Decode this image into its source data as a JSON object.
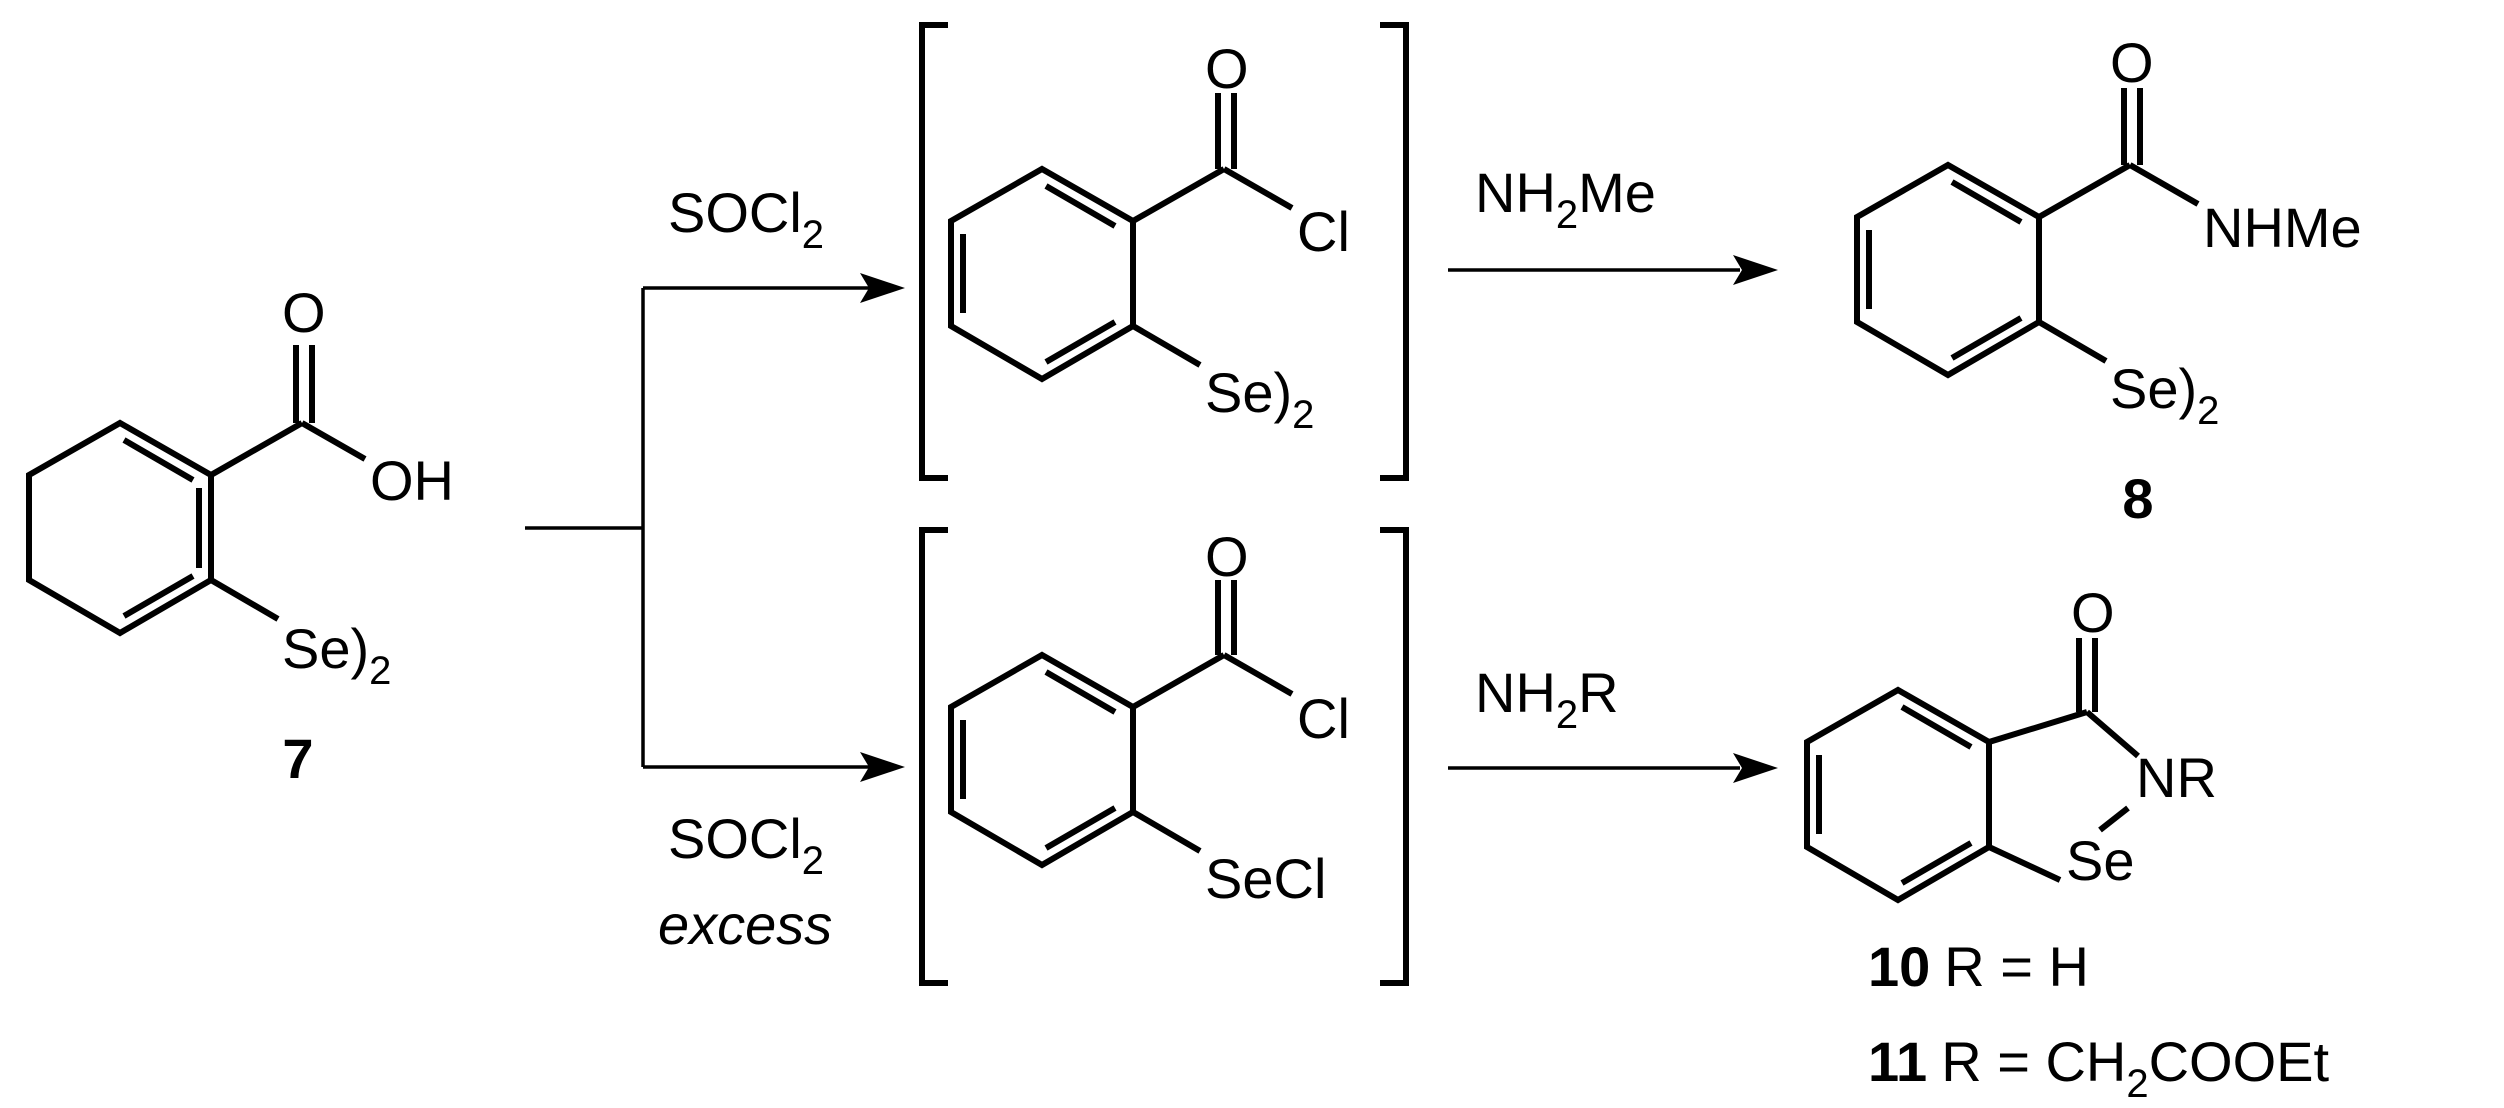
{
  "scheme": {
    "compound7": {
      "number": "7",
      "oh": "OH",
      "se": "Se)",
      "se_sub": "2"
    },
    "upper_reagent": {
      "main": "SOCl",
      "sub": "2"
    },
    "lower_reagent": {
      "main": "SOCl",
      "sub": "2",
      "note": "excess"
    },
    "upper_intermediate": {
      "o": "O",
      "cl": "Cl",
      "se": "Se)",
      "se_sub": "2"
    },
    "lower_intermediate": {
      "o": "O",
      "cl": "Cl",
      "secl": "SeCl"
    },
    "upper_amine": {
      "pre": "NH",
      "sub": "2",
      "post": "Me"
    },
    "lower_amine": {
      "pre": "NH",
      "sub": "2",
      "post": "R"
    },
    "compound8": {
      "number": "8",
      "o": "O",
      "nhme": "NHMe",
      "se": "Se)",
      "se_sub": "2"
    },
    "ebselen_core": {
      "o": "O",
      "nr": "NR",
      "se": "Se"
    },
    "compound10": {
      "number": "10",
      "desc": "R = H"
    },
    "compound11": {
      "number": "11",
      "desc_pre": "R = CH",
      "desc_sub": "2",
      "desc_post": "COOEt"
    }
  }
}
